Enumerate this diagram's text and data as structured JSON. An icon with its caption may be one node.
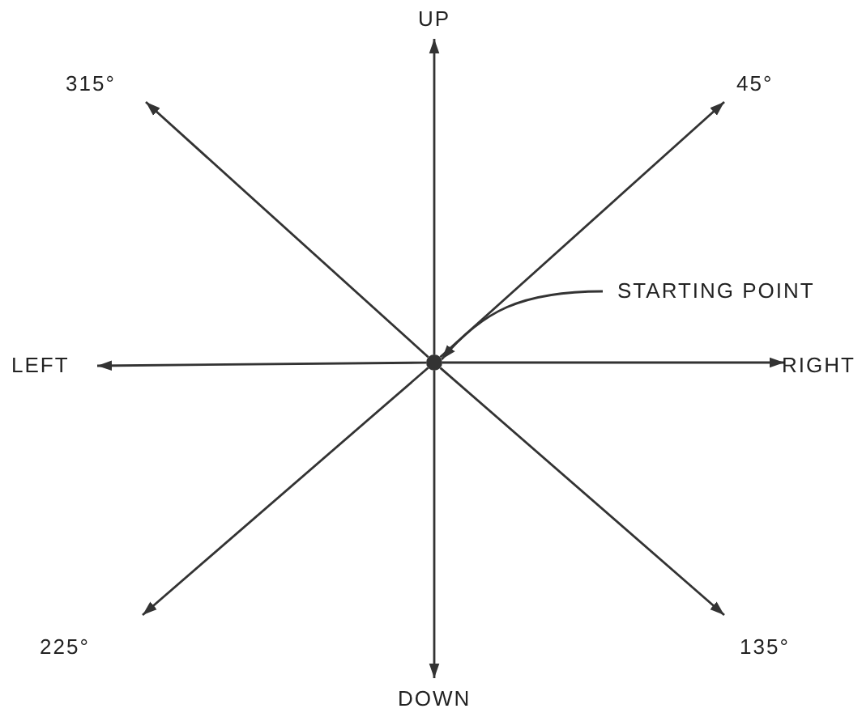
{
  "diagram": {
    "nodes": [
      {
        "text": [
          "UP"
        ]
      },
      {
        "text": [
          "315°"
        ]
      },
      {
        "text": [
          "45°"
        ]
      },
      {
        "text": [
          "STARTING POINT"
        ]
      },
      {
        "text": [
          "LEFT"
        ]
      },
      {
        "text": [],
        "shape": "circle"
      },
      {
        "text": [
          "RIGHT"
        ]
      },
      {
        "text": [
          "225°"
        ]
      },
      {
        "text": [
          "135°"
        ]
      },
      {
        "text": [
          "DOWN"
        ]
      }
    ],
    "edges": [
      {
        "from": 5,
        "to": 0,
        "arrow": "to"
      },
      {
        "from": 5,
        "to": 2,
        "arrow": "to"
      },
      {
        "from": 5,
        "to": 6,
        "arrow": "to"
      },
      {
        "from": 5,
        "to": 8,
        "arrow": "to"
      },
      {
        "from": 5,
        "to": 9,
        "arrow": "to"
      },
      {
        "from": 5,
        "to": 7,
        "arrow": "to"
      },
      {
        "from": 5,
        "to": 4,
        "arrow": "to"
      },
      {
        "from": 5,
        "to": 1,
        "arrow": "to"
      },
      {
        "from": 3,
        "to": 5,
        "arrow": "to"
      }
    ]
  }
}
